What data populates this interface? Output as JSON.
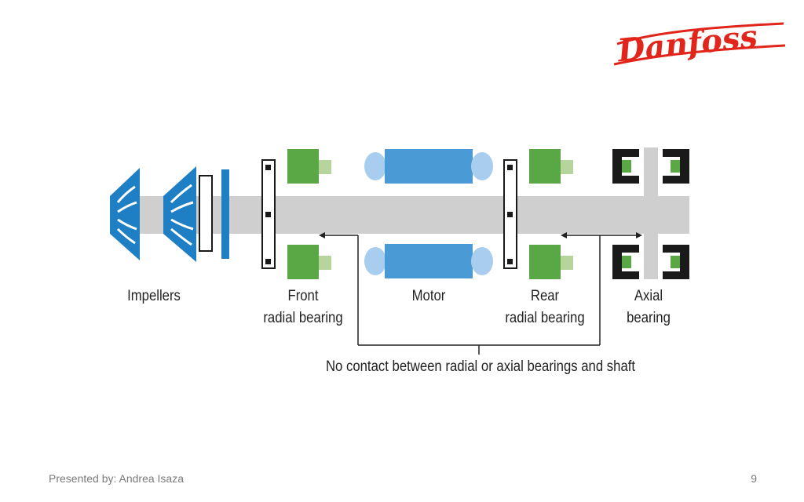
{
  "logo": {
    "text": "Danfoss",
    "color": "#e1251b"
  },
  "labels": {
    "impellers": "Impellers",
    "front_1": "Front",
    "front_2": "radial bearing",
    "motor": "Motor",
    "rear_1": "Rear",
    "rear_2": "radial bearing",
    "axial_1": "Axial",
    "axial_2": "bearing",
    "note": "No contact between radial or axial bearings and shaft"
  },
  "footer": {
    "presenter": "Presented by: Andrea Isaza",
    "page_number": "9"
  },
  "colors": {
    "impeller_blue": "#1f7fc4",
    "motor_blue": "#4a9ad6",
    "motor_light": "#a9cdee",
    "bearing_green": "#5aa845",
    "bearing_light": "#b5d59c",
    "shaft_gray": "#cfcfcf",
    "dark": "#1a1a1a"
  }
}
